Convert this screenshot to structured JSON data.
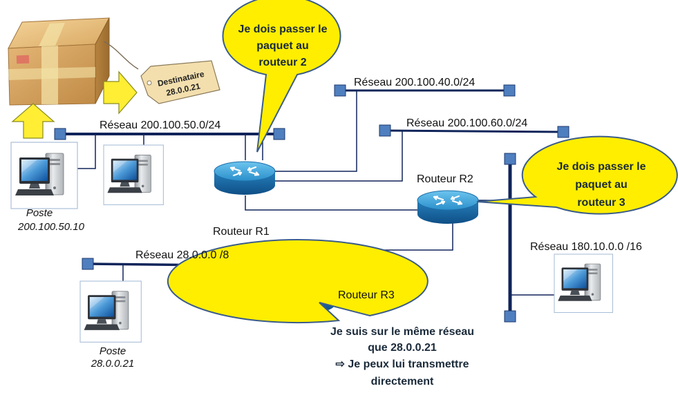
{
  "networks": {
    "net50": "Réseau 200.100.50.0/24",
    "net40": "Réseau 200.100.40.0/24",
    "net60": "Réseau 200.100.60.0/24",
    "net28": "Réseau 28.0.0.0 /8",
    "net180": "Réseau 180.10.0.0 /16"
  },
  "routers": {
    "r1": "Routeur R1",
    "r2": "Routeur R2",
    "r3": "Routeur R3"
  },
  "hosts": {
    "source_line1": "Poste",
    "source_line2": "200.100.50.10",
    "dest_line1": "Poste",
    "dest_line2": "28.0.0.21"
  },
  "package_tag": {
    "line1": "Destinataire",
    "line2": "28.0.0.21"
  },
  "bubbles": {
    "r1": [
      "Je dois passer le",
      "paquet au",
      "routeur 2"
    ],
    "r2": [
      "Je dois passer le",
      "paquet au",
      "routeur 3"
    ],
    "r3": [
      "Je suis sur le même réseau",
      "que 28.0.0.21",
      "⇨ Je peux lui transmettre",
      "directement"
    ]
  },
  "colors": {
    "network_line": "#10245a",
    "port": "#4f7fbf",
    "router_body": "#2d8fc9",
    "bubble_fill": "#ffee00",
    "bubble_stroke": "#3b5c8a",
    "arrow_fill": "#ffee33",
    "box_fill": "#d9a760"
  }
}
